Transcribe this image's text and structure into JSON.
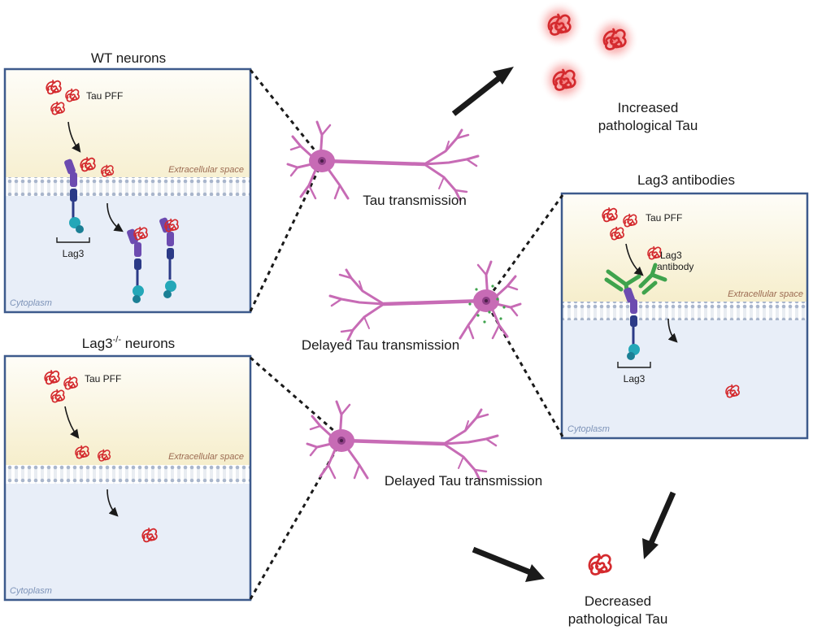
{
  "panels": {
    "wt": {
      "title": "WT neurons",
      "tau_label": "Tau PFF",
      "lag3_label": "Lag3",
      "extracellular_label": "Extracellular space",
      "cytoplasm_label": "Cytoplasm"
    },
    "knockout": {
      "title_base": "Lag3",
      "title_sup": "-/-",
      "title_rest": " neurons",
      "tau_label": "Tau PFF",
      "extracellular_label": "Extracellular space",
      "cytoplasm_label": "Cytoplasm"
    },
    "antibody": {
      "title": "Lag3 antibodies",
      "tau_label": "Tau PFF",
      "antibody_label_1": "Lag3",
      "antibody_label_2": "antibody",
      "lag3_label": "Lag3",
      "extracellular_label": "Extracellular space",
      "cytoplasm_label": "Cytoplasm"
    }
  },
  "neurons": {
    "top_label": "Tau transmission",
    "middle_label": "Delayed Tau transmission",
    "bottom_label": "Delayed Tau transmission"
  },
  "outcomes": {
    "increased_line1": "Increased",
    "increased_line2": "pathological Tau",
    "decreased_line1": "Decreased",
    "decreased_line2": "pathological Tau"
  },
  "colors": {
    "panel_border": "#3d5a8c",
    "extracellular_top": "#fdfbf4",
    "extracellular_bottom": "#f7efcf",
    "cytoplasm": "#e8eef8",
    "membrane": "#a9b6cc",
    "tau": "#d42a2e",
    "neuron": "#c76bb5",
    "neuron_dark": "#8e3f86",
    "lag3_purple": "#6c4bb0",
    "lag3_navy": "#2b3a87",
    "lag3_teal": "#24a7b8",
    "antibody_green": "#3fa34d"
  }
}
